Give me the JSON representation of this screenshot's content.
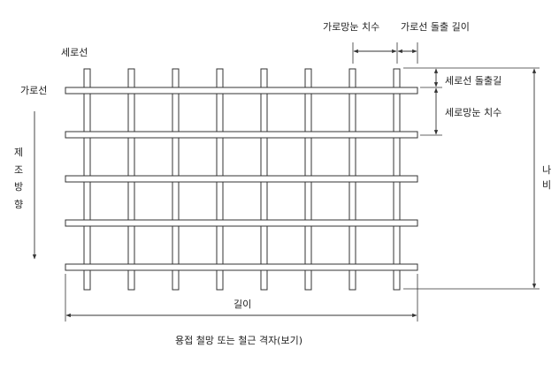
{
  "labels": {
    "vertical_wire": "세로선",
    "horizontal_wire": "가로선",
    "direction_chars": [
      "제",
      "조",
      "방",
      "향"
    ],
    "width_chars": [
      "나",
      "비"
    ],
    "horizontal_mesh_size": "가로망눈 치수",
    "horizontal_overhang": "가로선 돌출 길이",
    "vertical_overhang": "세로선 돌출길",
    "vertical_mesh_size": "세로망눈 치수",
    "length": "길이",
    "caption": "용접 철망 또는 철근 격자(보기)"
  },
  "grid": {
    "vertical_wire_count": 8,
    "horizontal_wire_count": 5
  },
  "colors": {
    "stroke": "#333333",
    "fill": "#ffffff",
    "text": "#222222"
  }
}
